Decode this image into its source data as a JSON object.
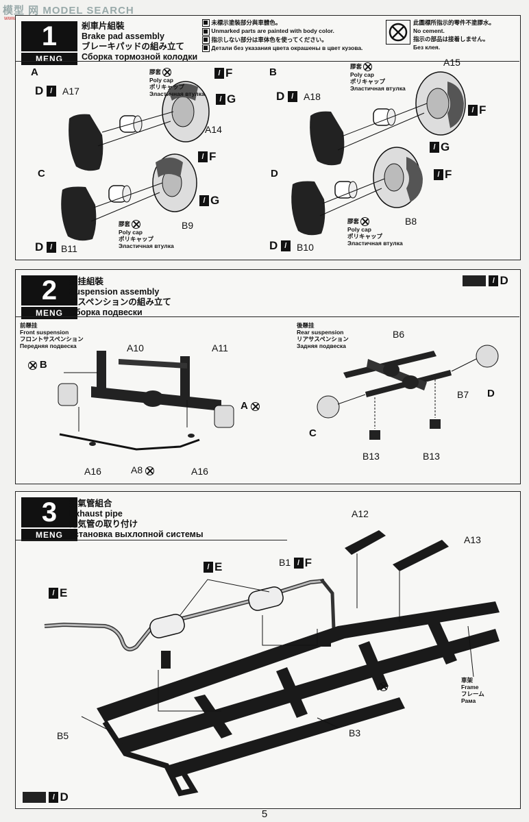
{
  "watermark": {
    "text": "模型 网 MODEL SEARCH",
    "sub": "www.hobbysearch.com"
  },
  "brand": "MENG",
  "legend": {
    "lines": [
      "未標示塗裝部分與車體色。",
      "Unmarked parts are painted with body color.",
      "指示しない部分は車体色を使ってください。",
      "Детали без указания цвета окрашены в цвет кузова."
    ],
    "no_cement_lines": [
      "此圖標所指示的零件不塗膠水。",
      "No cement.",
      "指示の部品は接着しません。",
      "Без клея."
    ]
  },
  "steps": [
    {
      "number": "1",
      "title_lines": [
        "剎車片組裝",
        "Brake pad assembly",
        "ブレーキパッドの組み立て",
        "Сборка тормозной колодки"
      ]
    },
    {
      "number": "2",
      "title_lines": [
        "懸挂組裝",
        "Suspension assembly",
        "サスペンションの組み立て",
        "Сборка подвески"
      ]
    },
    {
      "number": "3",
      "title_lines": [
        "排氣管組合",
        "Exhaust pipe",
        "排気管の取り付け",
        "Установка выхлопной системы"
      ]
    }
  ],
  "step1": {
    "sections": [
      "A",
      "B",
      "C",
      "D"
    ],
    "poly_cap_lines": [
      "膠套",
      "Poly cap",
      "ポリキャップ",
      "Эластичная втулка"
    ],
    "parts": [
      "A17",
      "A14",
      "A18",
      "A15",
      "B11",
      "B9",
      "B10",
      "B8"
    ],
    "paint": {
      "D": "D",
      "F": "F",
      "G": "G"
    }
  },
  "step2": {
    "front_lines": [
      "前懸挂",
      "Front suspension",
      "フロントサスペンション",
      "Передняя подвеска"
    ],
    "rear_lines": [
      "後懸挂",
      "Rear suspension",
      "リアサスペンション",
      "Задняя подвеска"
    ],
    "parts": [
      "A10",
      "A11",
      "A16",
      "A8",
      "A16",
      "B6",
      "B7",
      "B13",
      "B13"
    ],
    "letters": [
      "B",
      "A",
      "C",
      "D"
    ]
  },
  "step3": {
    "parts": [
      "A12",
      "A13",
      "B1",
      "B5",
      "B3"
    ],
    "frame_lines": [
      "車架",
      "Frame",
      "フレーム",
      "Рама"
    ],
    "paint": {
      "E": "E",
      "F": "F",
      "D": "D"
    }
  },
  "page_number": "5"
}
